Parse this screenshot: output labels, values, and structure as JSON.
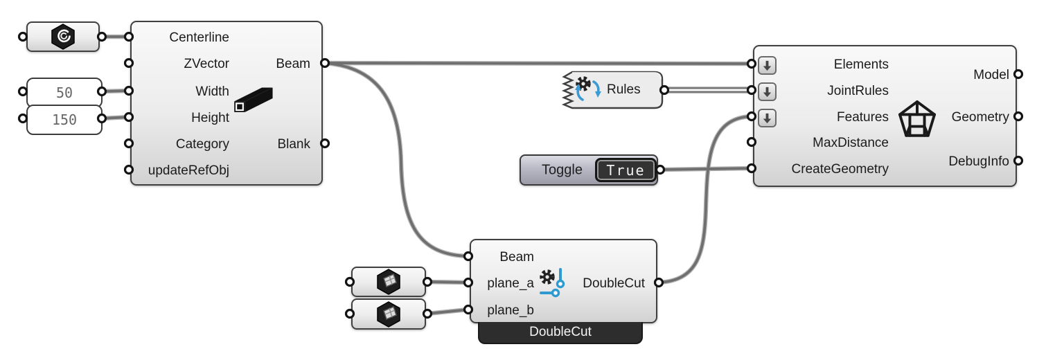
{
  "colors": {
    "wire": "#6f6f6f",
    "wire_halo": "#b5b5b5",
    "accent_blue": "#2e9ad2",
    "node_border": "#404040",
    "tag_bg": "#2d2d2d",
    "toggle_value_bg": "#333333"
  },
  "nodes": {
    "curve_param": {
      "icon": "curve-hex-icon"
    },
    "panel_width": {
      "value": "50"
    },
    "panel_height": {
      "value": "150"
    },
    "beam": {
      "inputs": [
        "Centerline",
        "ZVector",
        "Width",
        "Height",
        "Category",
        "updateRefObj"
      ],
      "outputs": [
        "Beam",
        "Blank"
      ],
      "icon": "beam-3d-icon"
    },
    "rules": {
      "label": "Rules",
      "icon": "gear-refresh-icon"
    },
    "toggle": {
      "label": "Toggle",
      "value": "True"
    },
    "model": {
      "inputs": [
        "Elements",
        "JointRules",
        "Features",
        "MaxDistance",
        "CreateGeometry"
      ],
      "outputs": [
        "Model",
        "Geometry",
        "DebugInfo"
      ],
      "icon": "frame-pentagon-icon"
    },
    "doublecut": {
      "inputs": [
        "Beam",
        "plane_a",
        "plane_b"
      ],
      "outputs": [
        "DoubleCut"
      ],
      "tag": "DoubleCut",
      "icon": "gear-nodes-icon"
    },
    "plane_a": {
      "icon": "plane-hex-icon"
    },
    "plane_b": {
      "icon": "plane-hex-icon"
    }
  }
}
